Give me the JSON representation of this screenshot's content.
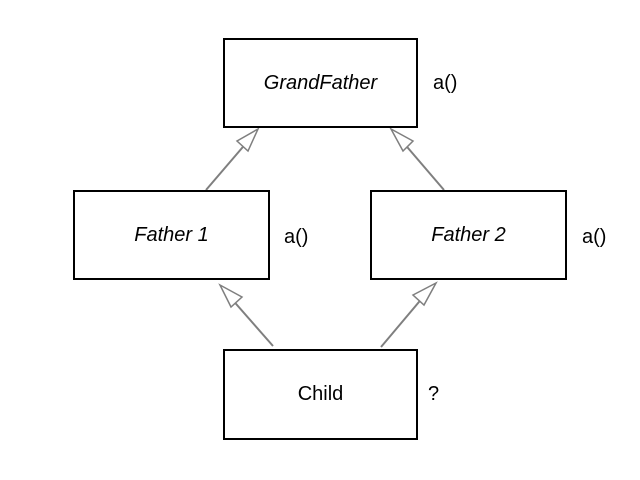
{
  "diagram": {
    "grandfather": {
      "label": "GrandFather",
      "method": "a()"
    },
    "father1": {
      "label": "Father 1",
      "method": "a()"
    },
    "father2": {
      "label": "Father 2",
      "method": "a()"
    },
    "child": {
      "label": "Child",
      "method": "?"
    },
    "edge_color": "#7f7f7f",
    "box_border_color": "#000000"
  }
}
